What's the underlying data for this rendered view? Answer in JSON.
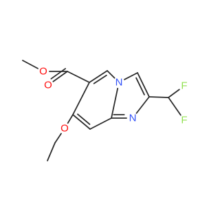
{
  "molecule": {
    "colors": {
      "bond": "#2b2b2b",
      "O": "#ff0d0d",
      "N": "#3050f8",
      "F": "#90e050"
    },
    "atoms": [
      {
        "name": "ester-methyl-c",
        "element": "C",
        "label": ""
      },
      {
        "name": "ester-o-single",
        "element": "O",
        "label": "O"
      },
      {
        "name": "carbonyl-c",
        "element": "C",
        "label": ""
      },
      {
        "name": "carbonyl-o",
        "element": "O",
        "label": "O"
      },
      {
        "name": "ring-c6",
        "element": "C",
        "label": ""
      },
      {
        "name": "ring-c5",
        "element": "C",
        "label": ""
      },
      {
        "name": "bridge-n4",
        "element": "N",
        "label": "N"
      },
      {
        "name": "ring-c3",
        "element": "C",
        "label": ""
      },
      {
        "name": "ring-c2",
        "element": "C",
        "label": ""
      },
      {
        "name": "ring-n1",
        "element": "N",
        "label": "N"
      },
      {
        "name": "ring-c8a",
        "element": "C",
        "label": ""
      },
      {
        "name": "ring-c8",
        "element": "C",
        "label": ""
      },
      {
        "name": "ring-c7",
        "element": "C",
        "label": ""
      },
      {
        "name": "ethoxy-o",
        "element": "O",
        "label": "O"
      },
      {
        "name": "ethoxy-ch2",
        "element": "C",
        "label": ""
      },
      {
        "name": "ethoxy-ch3",
        "element": "C",
        "label": ""
      },
      {
        "name": "chf2-c",
        "element": "C",
        "label": ""
      },
      {
        "name": "fluorine-upper",
        "element": "F",
        "label": "F"
      },
      {
        "name": "fluorine-lower",
        "element": "F",
        "label": "F"
      }
    ],
    "bonds": [
      {
        "a": 0,
        "b": 1,
        "order": 1
      },
      {
        "a": 1,
        "b": 2,
        "order": 1
      },
      {
        "a": 2,
        "b": 3,
        "order": 2
      },
      {
        "a": 2,
        "b": 4,
        "order": 1
      },
      {
        "a": 4,
        "b": 5,
        "order": 2
      },
      {
        "a": 5,
        "b": 6,
        "order": 1
      },
      {
        "a": 6,
        "b": 7,
        "order": 1
      },
      {
        "a": 7,
        "b": 8,
        "order": 2
      },
      {
        "a": 8,
        "b": 9,
        "order": 1
      },
      {
        "a": 9,
        "b": 10,
        "order": 2
      },
      {
        "a": 10,
        "b": 6,
        "order": 1
      },
      {
        "a": 10,
        "b": 11,
        "order": 1
      },
      {
        "a": 11,
        "b": 12,
        "order": 2
      },
      {
        "a": 12,
        "b": 4,
        "order": 1
      },
      {
        "a": 12,
        "b": 13,
        "order": 1
      },
      {
        "a": 13,
        "b": 14,
        "order": 1
      },
      {
        "a": 14,
        "b": 15,
        "order": 1
      },
      {
        "a": 8,
        "b": 16,
        "order": 1
      },
      {
        "a": 16,
        "b": 17,
        "order": 1
      },
      {
        "a": 16,
        "b": 18,
        "order": 1
      }
    ]
  }
}
